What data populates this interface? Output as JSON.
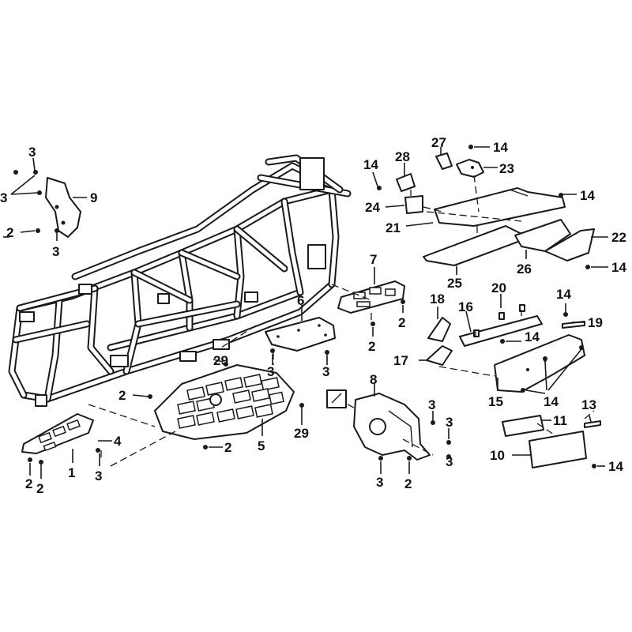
{
  "callouts": [
    {
      "id": "c3a",
      "text": "3"
    },
    {
      "id": "c3b",
      "text": "3"
    },
    {
      "id": "c9",
      "text": "9"
    },
    {
      "id": "c2a",
      "text": "2"
    },
    {
      "id": "c3c",
      "text": "3"
    },
    {
      "id": "c14a",
      "text": "14"
    },
    {
      "id": "c28",
      "text": "28"
    },
    {
      "id": "c27",
      "text": "27"
    },
    {
      "id": "c14b",
      "text": "14"
    },
    {
      "id": "c23",
      "text": "23"
    },
    {
      "id": "c14c",
      "text": "14"
    },
    {
      "id": "c24",
      "text": "24"
    },
    {
      "id": "c21",
      "text": "21"
    },
    {
      "id": "c22",
      "text": "22"
    },
    {
      "id": "c26",
      "text": "26"
    },
    {
      "id": "c14d",
      "text": "14"
    },
    {
      "id": "c25",
      "text": "25"
    },
    {
      "id": "c7",
      "text": "7"
    },
    {
      "id": "c2b",
      "text": "2"
    },
    {
      "id": "c2c",
      "text": "2"
    },
    {
      "id": "c6",
      "text": "6"
    },
    {
      "id": "c3d",
      "text": "3"
    },
    {
      "id": "c3e",
      "text": "3"
    },
    {
      "id": "c29a",
      "text": "29"
    },
    {
      "id": "c18",
      "text": "18"
    },
    {
      "id": "c16",
      "text": "16"
    },
    {
      "id": "c20",
      "text": "20"
    },
    {
      "id": "c14e",
      "text": "14"
    },
    {
      "id": "c19",
      "text": "19"
    },
    {
      "id": "c14f",
      "text": "14"
    },
    {
      "id": "c17",
      "text": "17"
    },
    {
      "id": "c15",
      "text": "15"
    },
    {
      "id": "c14g",
      "text": "14"
    },
    {
      "id": "c8",
      "text": "8"
    },
    {
      "id": "c2d",
      "text": "2"
    },
    {
      "id": "c3f",
      "text": "3"
    },
    {
      "id": "c3g",
      "text": "3"
    },
    {
      "id": "c3h",
      "text": "3"
    },
    {
      "id": "c3i",
      "text": "3"
    },
    {
      "id": "c2e",
      "text": "2"
    },
    {
      "id": "c29b",
      "text": "29"
    },
    {
      "id": "c2f",
      "text": "2"
    },
    {
      "id": "c5",
      "text": "5"
    },
    {
      "id": "c4",
      "text": "4"
    },
    {
      "id": "c1",
      "text": "1"
    },
    {
      "id": "c2g",
      "text": "2"
    },
    {
      "id": "c2h",
      "text": "2"
    },
    {
      "id": "c3j",
      "text": "3"
    },
    {
      "id": "c13",
      "text": "13"
    },
    {
      "id": "c11",
      "text": "11"
    },
    {
      "id": "c10",
      "text": "10"
    },
    {
      "id": "c14h",
      "text": "14"
    }
  ]
}
